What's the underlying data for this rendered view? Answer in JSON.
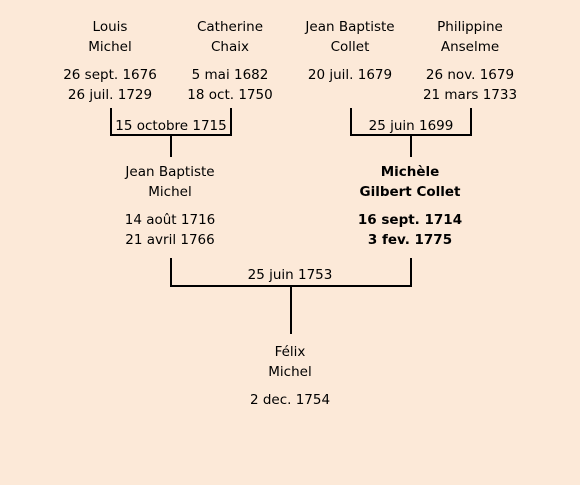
{
  "people": {
    "louis": {
      "name1": "Louis",
      "name2": "Michel",
      "birth": "26 sept. 1676",
      "death": "26 juil. 1729"
    },
    "catherine": {
      "name1": "Catherine",
      "name2": "Chaix",
      "birth": "5 mai 1682",
      "death": "18 oct. 1750"
    },
    "jb_collet": {
      "name1": "Jean Baptiste",
      "name2": "Collet",
      "birth": "20 juil. 1679",
      "death": ""
    },
    "philippine": {
      "name1": "Philippine",
      "name2": "Anselme",
      "birth": "26 nov. 1679",
      "death": "21 mars 1733"
    },
    "jb_michel": {
      "name1": "Jean Baptiste",
      "name2": "Michel",
      "birth": "14 août 1716",
      "death": "21 avril 1766"
    },
    "michele": {
      "name1": "Michèle",
      "name2": "Gilbert Collet",
      "birth": "16 sept. 1714",
      "death": "3 fev. 1775"
    },
    "felix": {
      "name1": "Félix",
      "name2": "Michel",
      "birth": "2 dec. 1754",
      "death": ""
    }
  },
  "marriages": {
    "louis_catherine": "15 octobre 1715",
    "collet_anselme": "25 juin 1699",
    "jb_michele": "25 juin 1753"
  }
}
